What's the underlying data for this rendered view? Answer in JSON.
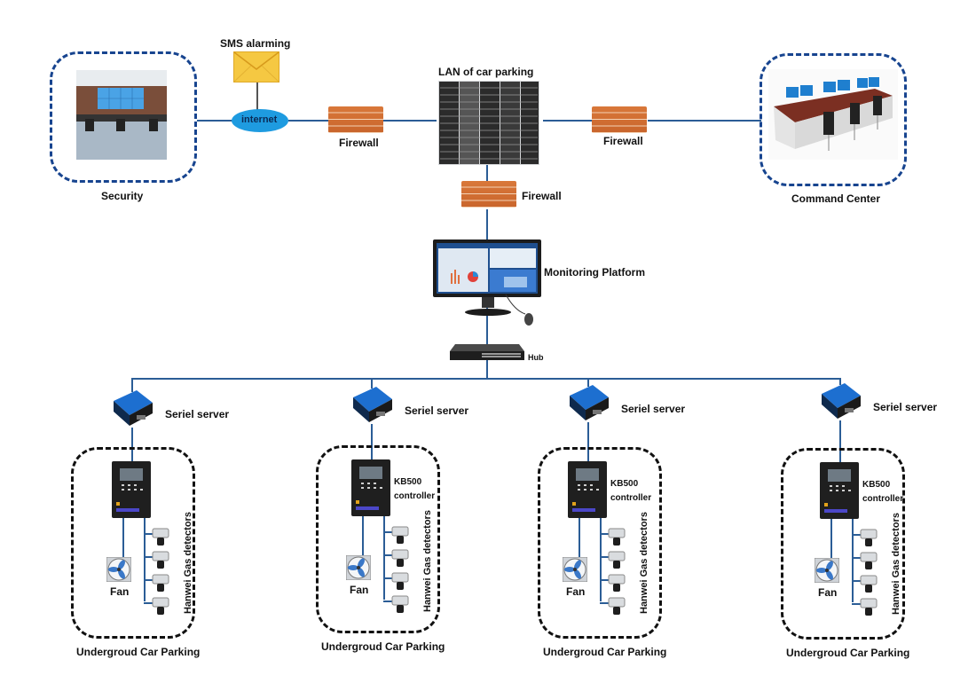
{
  "diagram": {
    "title": "Underground car parking gas detection network",
    "top": {
      "security": {
        "label": "Security",
        "icon": "control-room-photo"
      },
      "sms": {
        "label": "SMS alarming",
        "icon": "envelope-icon"
      },
      "internet": {
        "label": "internet",
        "icon": "cloud-ellipse"
      },
      "firewall_left": {
        "label": "Firewall",
        "icon": "brick-wall-icon"
      },
      "lan": {
        "label": "LAN of car parking",
        "icon": "server-rack-icon"
      },
      "firewall_right": {
        "label": "Firewall",
        "icon": "brick-wall-icon"
      },
      "command_center": {
        "label": "Command Center",
        "icon": "operator-desk-photo"
      },
      "firewall_center": {
        "label": "Firewall",
        "icon": "brick-wall-icon"
      },
      "monitoring": {
        "label": "Monitoring Platform",
        "icon": "monitor-icon"
      },
      "hub": {
        "label": "Hub",
        "icon": "network-switch-icon"
      }
    },
    "zones": [
      {
        "serial_label": "Seriel server",
        "controller_label": "",
        "controller_sub": "",
        "fan_label": "Fan",
        "detectors_label": "Hanwei Gas  detectors",
        "detector_count": 4,
        "zone_label": "Undergroud Car Parking"
      },
      {
        "serial_label": "Seriel server",
        "controller_label": "KB500",
        "controller_sub": "controller",
        "fan_label": "Fan",
        "detectors_label": "Hanwei Gas  detectors",
        "detector_count": 4,
        "zone_label": "Undergroud Car Parking"
      },
      {
        "serial_label": "Seriel server",
        "controller_label": "KB500",
        "controller_sub": "controller",
        "fan_label": "Fan",
        "detectors_label": "Hanwei Gas  detectors",
        "detector_count": 4,
        "zone_label": "Undergroud Car Parking"
      },
      {
        "serial_label": "Seriel server",
        "controller_label": "KB500",
        "controller_sub": "controller",
        "fan_label": "Fan",
        "detectors_label": "Hanwei Gas  detectors",
        "detector_count": 4,
        "zone_label": "Undergroud Car Parking"
      }
    ],
    "colors": {
      "link": "#2b5d96",
      "zone_border_top": "#17448f",
      "zone_border_bottom": "#111111",
      "internet_fill": "#1e9be0",
      "brick": "#d9783a",
      "envelope": "#f5c842"
    }
  }
}
